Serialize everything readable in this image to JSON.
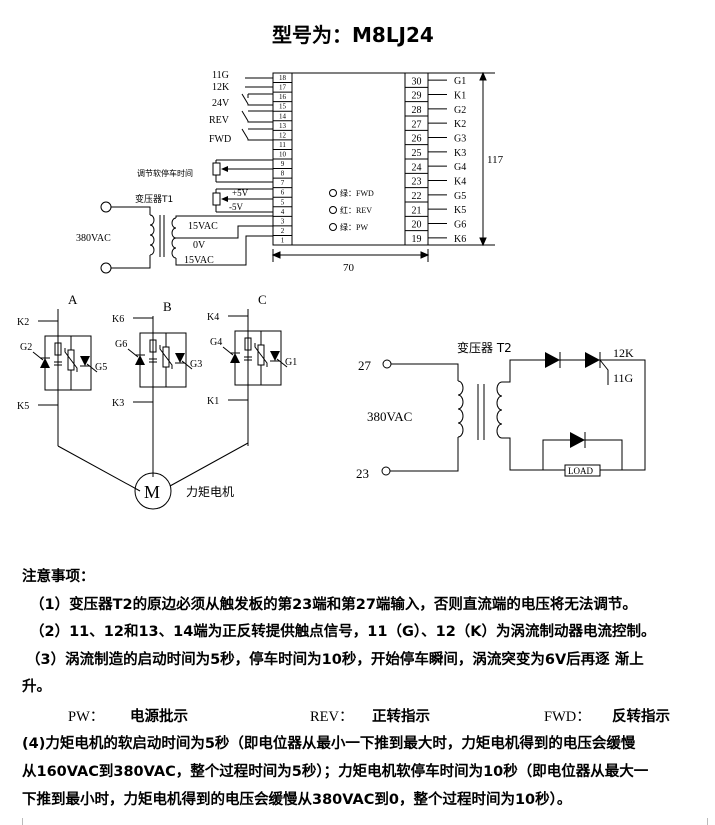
{
  "title": "型号为：M8LJ24",
  "board": {
    "left_terminals": [
      "18",
      "17",
      "16",
      "15",
      "14",
      "13",
      "12",
      "11",
      "10",
      "9",
      "8",
      "7",
      "6",
      "5",
      "4",
      "3",
      "2",
      "1"
    ],
    "right_terminals": [
      "30",
      "29",
      "28",
      "27",
      "26",
      "25",
      "24",
      "23",
      "22",
      "21",
      "20",
      "19"
    ],
    "right_signals": [
      "G1",
      "K1",
      "G2",
      "K2",
      "G3",
      "K3",
      "G4",
      "K4",
      "G5",
      "K5",
      "G6",
      "K6"
    ],
    "left_signals": [
      "11G",
      "12K",
      "24V",
      "REV",
      "FWD"
    ],
    "soft_stop_label": "调节软停车时间",
    "transformer_t1": "变压器T1",
    "plus5v": "+5V",
    "minus5v": "-5V",
    "ac_in": "380VAC",
    "sec_top": "15VAC",
    "sec_mid": "0V",
    "sec_bot": "15VAC",
    "indicators": [
      {
        "color": "绿",
        "name": "FWD"
      },
      {
        "color": "红",
        "name": "REV"
      },
      {
        "color": "绿",
        "name": "PW"
      }
    ],
    "width_dim": "70",
    "height_dim": "117"
  },
  "phases": {
    "labels": [
      "A",
      "B",
      "C"
    ],
    "top_k": [
      "K2",
      "K6",
      "K4"
    ],
    "bottom_k": [
      "K5",
      "K3",
      "K1"
    ],
    "left_g": [
      "G2",
      "G6",
      "G4"
    ],
    "right_g": [
      "G5",
      "G3",
      "G1"
    ],
    "motor_symbol": "M",
    "motor_label": "力矩电机"
  },
  "t2_circuit": {
    "transformer": "变压器 T2",
    "term_top": "27",
    "term_bottom": "23",
    "input": "380VAC",
    "k_label": "12K",
    "g_label": "11G",
    "load": "LOAD"
  },
  "notes": {
    "heading": "注意事项：",
    "items": [
      "（1）变压器T2的原边必须从触发板的第23端和第27端输入，否则直流端的电压将无法调节。",
      "（2）11、12和13、14端为正反转提供触点信号，11（G）、12（K）为涡流制动器电流控制。",
      "（3）涡流制造的启动时间为5秒，停车时间为10秒，开始停车瞬间，涡流突变为6V后再逐 渐上",
      "升。"
    ],
    "legend": [
      {
        "key": "PW：",
        "value": "电源批示"
      },
      {
        "key": "REV：",
        "value": "正转指示"
      },
      {
        "key": "FWD：",
        "value": "反转指示"
      }
    ],
    "item4": [
      "(4)力矩电机的软启动时间为5秒（即电位器从最小一下推到最大时，力矩电机得到的电压会缓慢",
      "从160VAC到380VAC，整个过程时间为5秒）；力矩电机软停车时间为10秒（即电位器从最大一",
      "下推到最小时，力矩电机得到的电压会缓慢从380VAC到0，整个过程时间为10秒）。"
    ]
  }
}
